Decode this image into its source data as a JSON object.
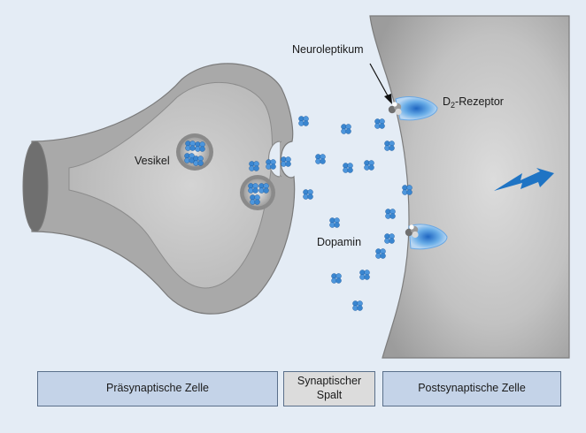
{
  "labels": {
    "neuroleptikum": "Neuroleptikum",
    "receptor_prefix": "D",
    "receptor_sub": "2",
    "receptor_suffix": "-Rezeptor",
    "vesikel": "Vesikel",
    "dopamin": "Dopamin"
  },
  "boxes": {
    "presynaptic": "Präsynaptische Zelle",
    "cleft_line1": "Synaptischer",
    "cleft_line2": "Spalt",
    "postsynaptic": "Postsynaptische Zelle"
  },
  "colors": {
    "background": "#e4ecf5",
    "cell_gray": "#a9a9a9",
    "dopamine_blue": "#3a86d0",
    "receptor_blue": "#5aa0e0",
    "signal_arrow": "#1f74c4",
    "box_fill": "#c4d3e8",
    "cleft_box_fill": "#dcdcdc"
  },
  "icons": {
    "signal": "lightning-arrow-icon",
    "drug": "neuroleptic-molecule-icon",
    "transmitter": "dopamine-molecule-icon"
  }
}
